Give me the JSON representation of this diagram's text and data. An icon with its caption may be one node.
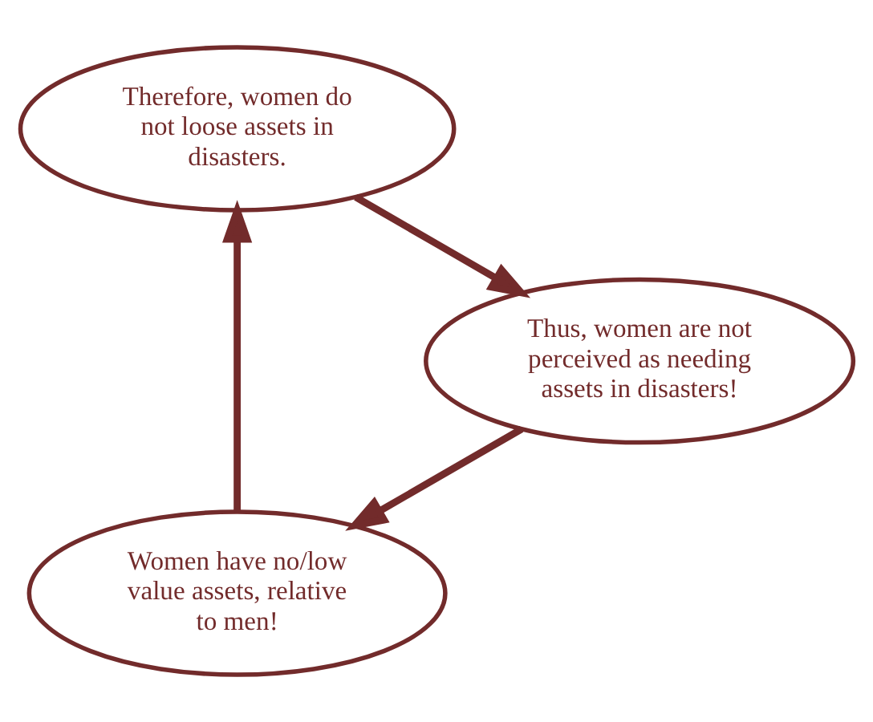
{
  "diagram": {
    "nodes": [
      {
        "text": [
          "Women have no/low value assets, relative to men!"
        ]
      },
      {
        "text": [
          "Therefore, women do not loose assets in disasters."
        ]
      },
      {
        "text": [
          "Thus, women are not perceived as needing assets in disasters!"
        ]
      }
    ],
    "edges": [
      {
        "from": 0,
        "to": 1,
        "arrow": "to"
      },
      {
        "from": 1,
        "to": 2,
        "arrow": "to"
      },
      {
        "from": 2,
        "to": 0,
        "arrow": "to"
      }
    ]
  }
}
